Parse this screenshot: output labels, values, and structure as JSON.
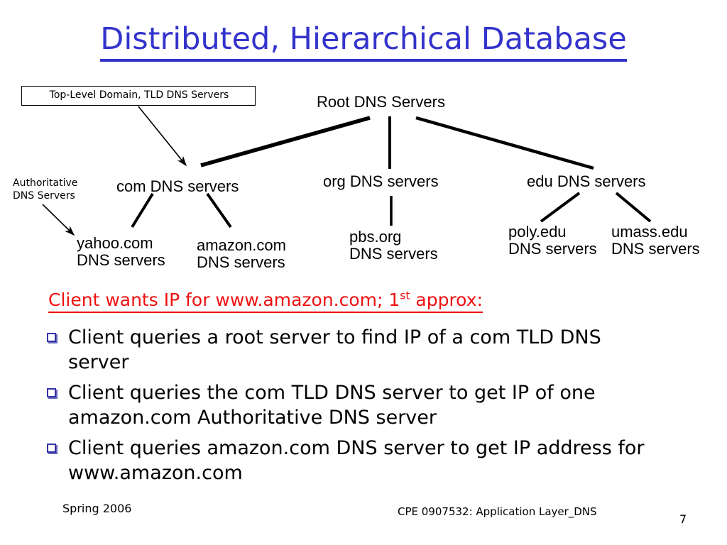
{
  "title": {
    "text": "Distributed, Hierarchical Database",
    "color": "#3333cc"
  },
  "diagram": {
    "tld_box": {
      "label": "Top-Level Domain, TLD DNS Servers"
    },
    "authoritative_label": {
      "line1": "Authoritative",
      "line2": "DNS Servers"
    },
    "nodes": {
      "root": "Root DNS Servers",
      "com": "com DNS servers",
      "org": "org DNS servers",
      "edu": "edu DNS servers",
      "yahoo_line1": "yahoo.com",
      "yahoo_line2": "DNS servers",
      "amazon_line1": "amazon.com",
      "amazon_line2": "DNS servers",
      "pbs_line1": "pbs.org",
      "pbs_line2": "DNS servers",
      "poly_line1": "poly.edu",
      "poly_line2": "DNS servers",
      "umass_line1": "umass.edu",
      "umass_line2": "DNS servers"
    }
  },
  "body": {
    "red_heading": {
      "before": "Client wants IP for www.amazon.com; 1",
      "superscript": "st",
      "after": " approx:",
      "color": "#ee1111"
    },
    "bullets": [
      "Client queries a root server to find IP of a com TLD DNS server",
      "Client queries the com TLD DNS server to get IP of one amazon.com Authoritative DNS server",
      "Client queries amazon.com DNS server to get  IP address for www.amazon.com"
    ]
  },
  "footer": {
    "left": "Spring 2006",
    "center": "CPE 0907532: Application Layer_DNS",
    "page": "7"
  }
}
